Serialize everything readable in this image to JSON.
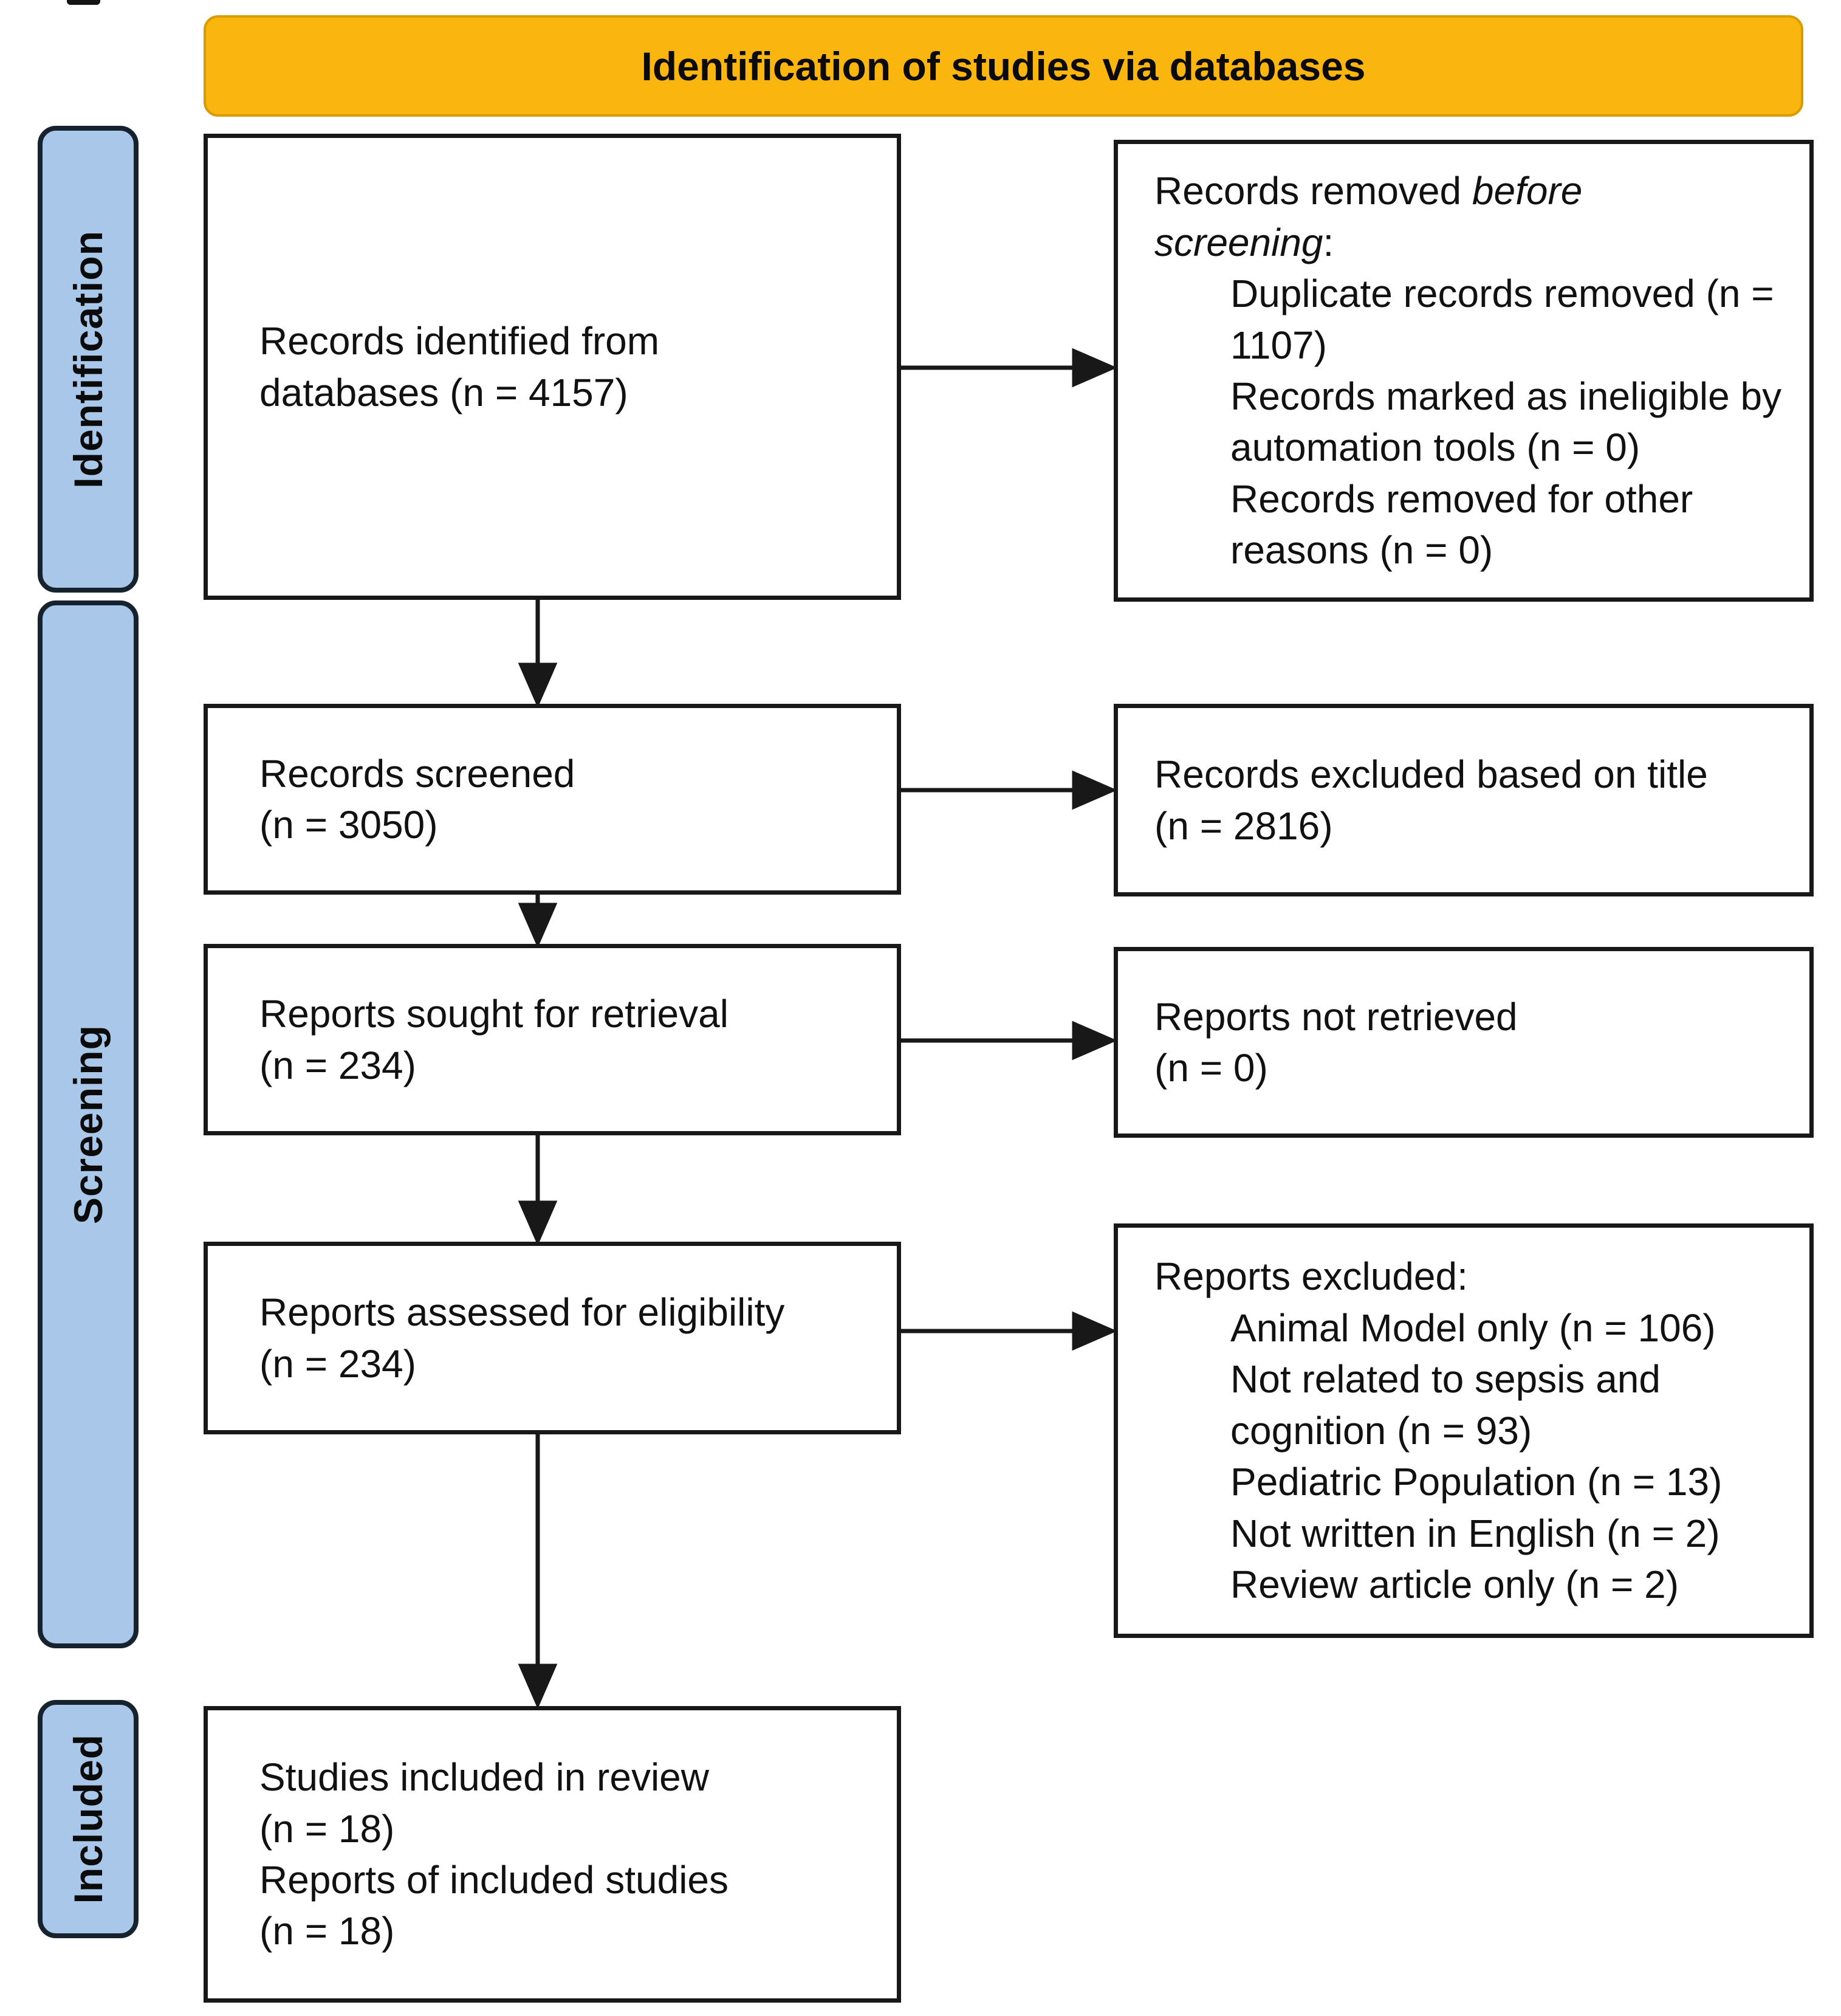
{
  "flow": {
    "header": "Identification of studies via databases",
    "stages": [
      "Identification",
      "Screening",
      "Included"
    ],
    "left_boxes": [
      {
        "lines": [
          "Records identified from",
          "databases (n = 4157)"
        ]
      },
      {
        "lines": [
          "Records screened",
          "(n = 3050)"
        ]
      },
      {
        "lines": [
          "Reports sought for retrieval",
          "(n = 234)"
        ]
      },
      {
        "lines": [
          "Reports assessed for eligibility",
          "(n = 234)"
        ]
      },
      {
        "lines": [
          "Studies included in review",
          "(n = 18)",
          "Reports of included studies",
          "(n = 18)"
        ]
      }
    ],
    "right_boxes": [
      {
        "intro": [
          "Records removed ",
          "before screening",
          ":"
        ],
        "items": [
          "Duplicate records removed (n = 1107)",
          "Records marked as ineligible by automation tools (n = 0)",
          "Records removed for other reasons (n = 0)"
        ]
      },
      {
        "lines": [
          "Records excluded based on title",
          "(n = 2816)"
        ]
      },
      {
        "lines": [
          "Reports not retrieved",
          "(n = 0)"
        ]
      },
      {
        "heading": "Reports excluded:",
        "items": [
          "Animal Model only (n = 106)",
          "Not related to sepsis and cognition (n = 93)",
          "Pediatric Population (n = 13)",
          "Not written in English (n = 2)",
          "Review article only (n = 2)"
        ]
      }
    ],
    "colors": {
      "header_bg": "#FAB60F",
      "header_border": "#D99C00",
      "stage_bg": "#A9C7E8",
      "stage_border": "#16222E",
      "box_border": "#181818",
      "arrow": "#181818"
    }
  }
}
